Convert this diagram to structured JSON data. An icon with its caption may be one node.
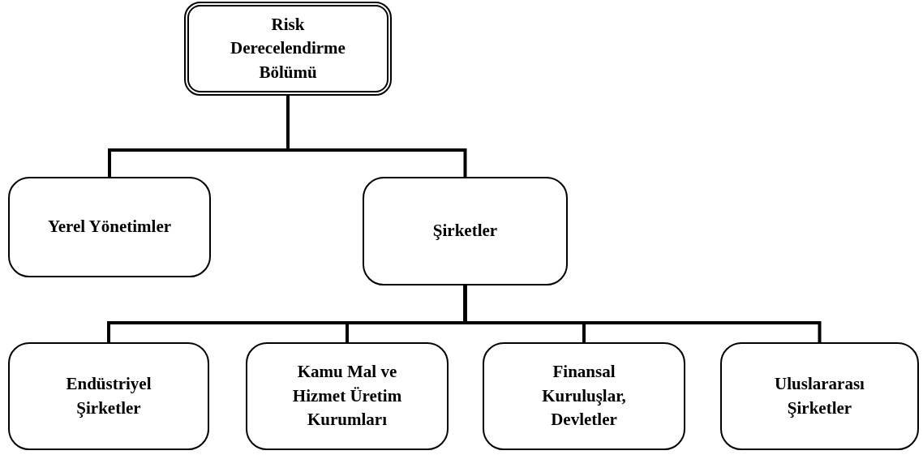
{
  "diagram": {
    "nodes": [
      {
        "text": [
          "Risk Derecelendirme Bölümü"
        ]
      },
      {
        "text": [
          "Yerel Yönetimler"
        ]
      },
      {
        "text": [
          "Şirketler"
        ]
      },
      {
        "text": [
          "Endüstriyel Şirketler"
        ]
      },
      {
        "text": [
          "Kamu Mal ve Hizmet Üretim Kurumları"
        ]
      },
      {
        "text": [
          "Finansal Kuruluşlar, Devletler"
        ]
      },
      {
        "text": [
          "Uluslararası Şirketler"
        ]
      }
    ],
    "edges": [
      {
        "from": 0,
        "to": 1,
        "arrow": "none"
      },
      {
        "from": 0,
        "to": 2,
        "arrow": "none"
      },
      {
        "from": 2,
        "to": 3,
        "arrow": "none"
      },
      {
        "from": 2,
        "to": 4,
        "arrow": "none"
      },
      {
        "from": 2,
        "to": 5,
        "arrow": "none"
      },
      {
        "from": 2,
        "to": 6,
        "arrow": "none"
      }
    ]
  }
}
